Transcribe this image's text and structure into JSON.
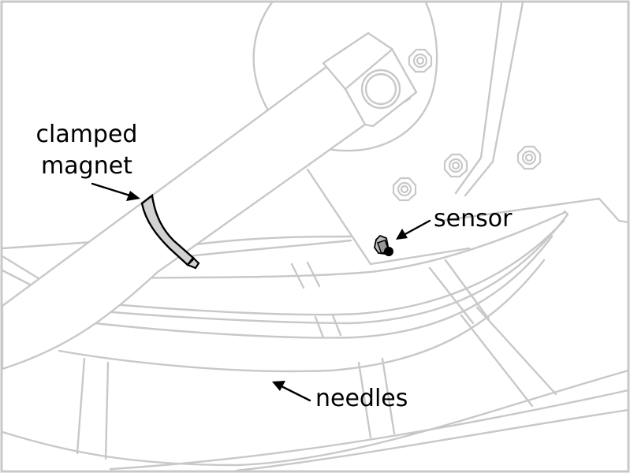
{
  "figure": {
    "type": "technical line illustration",
    "line_color": "#c8c8c8",
    "label_color": "#000000",
    "magnet_fill": "#d2d2d2",
    "sensor_fill": "#000000"
  },
  "labels": {
    "magnet_line1": "clamped",
    "magnet_line2": "magnet",
    "sensor": "sensor",
    "needles": "needles"
  },
  "components": [
    {
      "name": "clamped magnet",
      "icon": "magnet-clamp-shape"
    },
    {
      "name": "sensor",
      "icon": "hex-sensor-shape"
    },
    {
      "name": "needles",
      "icon": "curved-needle-rails"
    }
  ]
}
